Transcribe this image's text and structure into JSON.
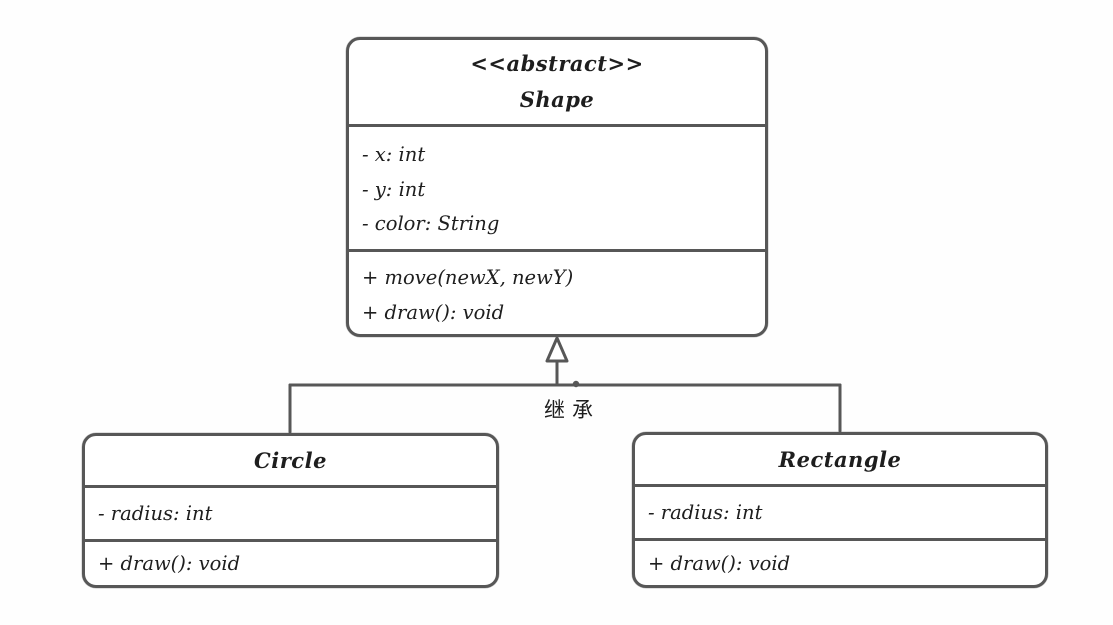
{
  "diagram": {
    "classes": {
      "shape": {
        "stereotype": "<<abstract>>",
        "name": "Shape",
        "attributes": [
          "- x: int",
          "- y: int",
          "- color: String"
        ],
        "methods": [
          "+ move(newX, newY)",
          "+ draw(): void"
        ]
      },
      "circle": {
        "name": "Circle",
        "attributes": [
          "- radius: int"
        ],
        "methods": [
          "+ draw(): void"
        ]
      },
      "rectangle": {
        "name": "Rectangle",
        "attributes": [
          "- radius: int"
        ],
        "methods": [
          "+ draw(): void"
        ]
      }
    },
    "relationships": {
      "inheritance_label": "继承"
    },
    "colors": {
      "stroke": "#575757",
      "text": "#1e1e1e",
      "background": "#ffffff"
    }
  }
}
